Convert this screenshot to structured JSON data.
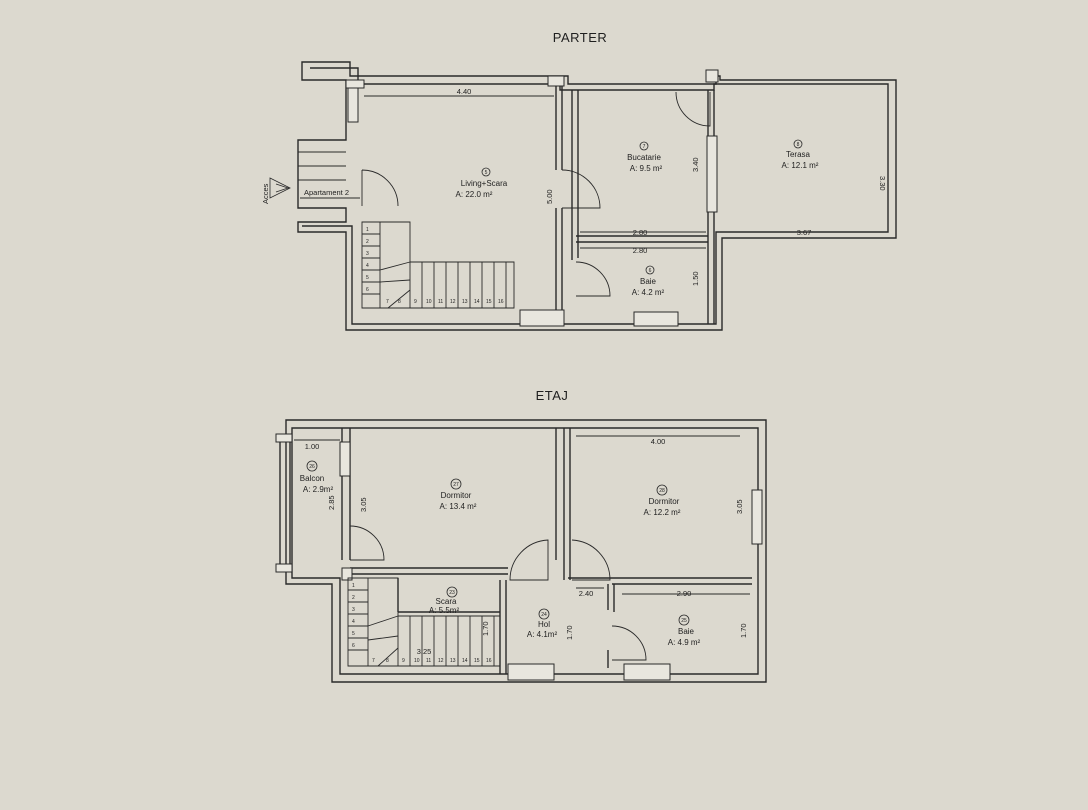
{
  "floors": [
    {
      "title": "PARTER",
      "access_label": "Acces",
      "apartment_label": "Apartament 2",
      "rooms": [
        {
          "id": "living",
          "number": "5",
          "name": "Living+Scara",
          "area": "A: 22.0 m²"
        },
        {
          "id": "bucatarie",
          "number": "7",
          "name": "Bucatarie",
          "area": "A: 9.5 m²"
        },
        {
          "id": "terasa",
          "number": "8",
          "name": "Terasa",
          "area": "A: 12.1 m²"
        },
        {
          "id": "baie",
          "number": "6",
          "name": "Baie",
          "area": "A: 4.2 m²"
        }
      ],
      "dimensions": [
        "4.40",
        "5.00",
        "3.40",
        "2.80",
        "2.80",
        "1.50",
        "3.30",
        "3.67"
      ],
      "stair_numbers": [
        "1",
        "2",
        "3",
        "4",
        "5",
        "6",
        "7",
        "8",
        "9",
        "10",
        "11",
        "12",
        "13",
        "14",
        "15",
        "16"
      ]
    },
    {
      "title": "ETAJ",
      "rooms": [
        {
          "id": "balcon",
          "number": "26",
          "name": "Balcon",
          "area": "A: 2.9m²"
        },
        {
          "id": "dormitor1",
          "number": "27",
          "name": "Dormitor",
          "area": "A: 13.4 m²"
        },
        {
          "id": "dormitor2",
          "number": "28",
          "name": "Dormitor",
          "area": "A: 12.2 m²"
        },
        {
          "id": "scara",
          "number": "23",
          "name": "Scara",
          "area": "A: 5.5m²"
        },
        {
          "id": "hol",
          "number": "24",
          "name": "Hol",
          "area": "A: 4.1m²"
        },
        {
          "id": "baie2",
          "number": "25",
          "name": "Baie",
          "area": "A: 4.9 m²"
        }
      ],
      "dimensions": [
        "1.00",
        "3.05",
        "2.85",
        "4.00",
        "3.05",
        "2.40",
        "2.90",
        "1.70",
        "1.70",
        "1.70",
        "3.25"
      ],
      "stair_numbers": [
        "1",
        "2",
        "3",
        "4",
        "5",
        "6",
        "7",
        "8",
        "9",
        "10",
        "11",
        "12",
        "13",
        "14",
        "15",
        "16"
      ]
    }
  ]
}
